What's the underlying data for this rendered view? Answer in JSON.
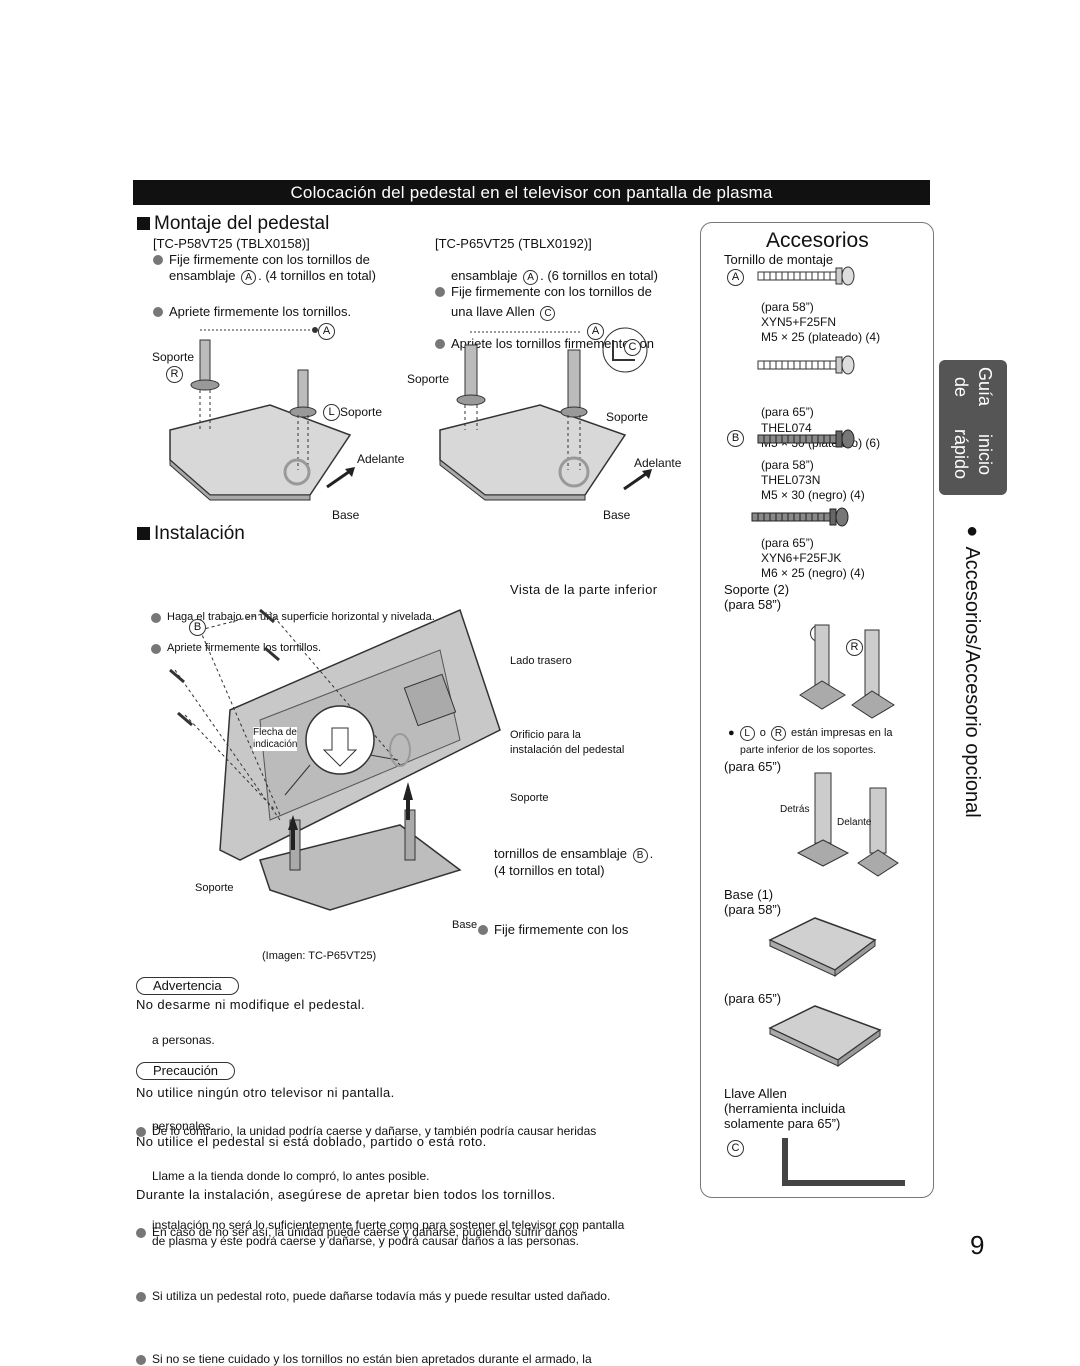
{
  "title": "Colocación del pedestal en el televisor con pantalla de plasma",
  "montaje": {
    "heading": "Montaje del pedestal",
    "left": {
      "model": "[TC-P58VT25 (TBLX0158)]",
      "b1": "Fije firmemente con los tornillos de",
      "b1b": "ensamblaje",
      "b1c": ". (4 tornillos en total)",
      "b2": "Apriete firmemente los tornillos.",
      "lbl_soporte_r": "Soporte",
      "lbl_soporte_l": "Soporte",
      "lbl_adelante": "Adelante",
      "lbl_base": "Base"
    },
    "right": {
      "model": "[TC-P65VT25 (TBLX0192)]",
      "b1": "Fije firmemente con los tornillos de",
      "b1b": "ensamblaje",
      "b1c": ". (6 tornillos en total)",
      "b2": "Apriete los tornillos firmemente con",
      "b2b": "una llave Allen",
      "lbl_soporte_1": "Soporte",
      "lbl_soporte_2": "Soporte",
      "lbl_adelante": "Adelante",
      "lbl_base": "Base"
    }
  },
  "letters": {
    "a": "A",
    "b": "B",
    "c": "C",
    "l": "L",
    "r": "R"
  },
  "instalacion": {
    "heading": "Instalación",
    "b1": "Haga el trabajo en una superficie horizontal y nivelada.",
    "b2": "Apriete firmemente los tornillos.",
    "vista": "Vista de la parte inferior",
    "lado": "Lado trasero",
    "orificio1": "Orificio para la",
    "orificio2": "instalación del pedestal",
    "soporte": "Soporte",
    "fije1": "Fije firmemente con los",
    "fije2": "tornillos de ensamblaje",
    "fije3": "4 tornillos en total)",
    "fije3p": "(",
    "soporte_l": "Soporte",
    "base": "Base",
    "flecha1": "Flecha de",
    "flecha2": "indicación",
    "imagen": "(Imagen: TC-P65VT25)"
  },
  "advertencia": {
    "label": "Advertencia",
    "head": "No desarme ni modifique el pedestal.",
    "t1": "De lo contrario, la unidad podría caerse y dañarse, y también podría causar heridas",
    "t2": "a personas."
  },
  "precaucion": {
    "label": "Precaución",
    "h1": "No utilice ningún otro televisor ni pantalla.",
    "t1a": "En caso de no ser así, la unidad puede caerse y dañarse, pudiendo sufrir daños",
    "t1b": "personales.",
    "h2": "No utilice el pedestal si está doblado, partido o está roto.",
    "t2a": "Si utiliza un pedestal roto, puede dañarse todavía más y puede resultar usted dañado.",
    "t2b": "Llame a la tienda donde lo compró, lo antes posible.",
    "h3": "Durante la instalación, asegúrese de apretar bien todos los tornillos.",
    "t3a": "Si no se tiene cuidado y los tornillos no están bien apretados durante el armado, la",
    "t3b": "instalación no será lo suficientemente fuerte como para sostener el televisor con pantalla",
    "t3c": "de plasma y éste podrá caerse y dañarse, y podrá causar daños a las personas."
  },
  "accesorios": {
    "heading": "Accesorios",
    "tornillo": "Tornillo de montaje",
    "a58_para": "(para 58”)",
    "a58_code": "XYN5+F25FN",
    "a58_spec": "M5 × 25 (plateado) (4)",
    "a65_para": "(para 65”)",
    "a65_code": "THEL074",
    "a65_spec": "M5 × 30 (plateado) (6)",
    "b58_para": "(para 58”)",
    "b58_code": "THEL073N",
    "b58_spec": "M5 × 30 (negro) (4)",
    "b65_para": "(para 65”)",
    "b65_code": "XYN6+F25FJK",
    "b65_spec": "M6 × 25 (negro) (4)",
    "soporte": "Soporte (2)",
    "soporte_para": "(para 58”)",
    "lr_o": "o",
    "lr_text": "están impresas en la",
    "lr_text2": "parte inferior de los soportes.",
    "para65": "(para 65”)",
    "detras": "Detrás",
    "delante": "Delante",
    "base": "Base (1)",
    "base_para": "(para 58”)",
    "base_para65": "(para 65”)",
    "llave1": "Llave Allen",
    "llave2": "(herramienta incluida",
    "llave3": "solamente para 65”)"
  },
  "tab": {
    "line1": "Guía de",
    "line2": "inicio rápido"
  },
  "side": "● Accesorios/Accesorio opcional",
  "page_number": "9"
}
